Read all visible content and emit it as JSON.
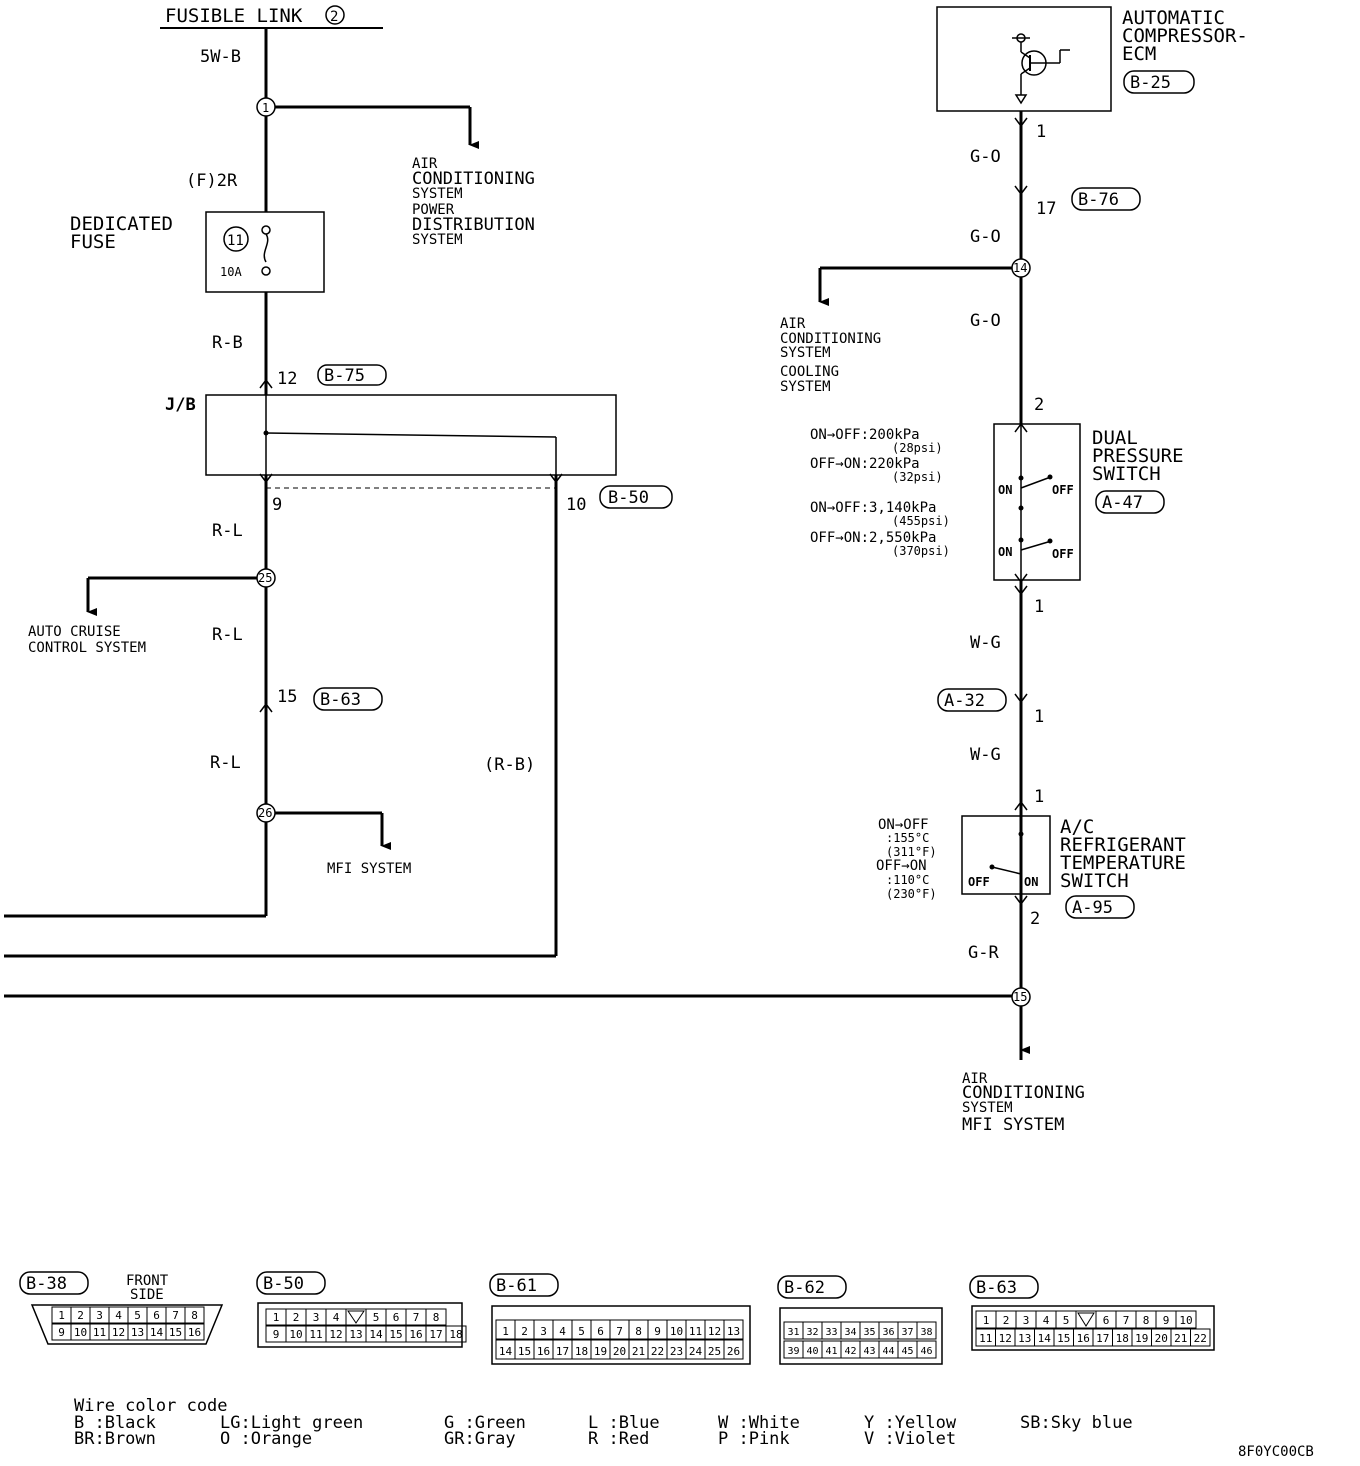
{
  "left": {
    "fusible_link": "FUSIBLE LINK",
    "fusible_link_num": "2",
    "w_5wb": "5W-B",
    "j1": "1",
    "ac_power": [
      "AIR",
      "CONDITIONING",
      "SYSTEM",
      "POWER",
      "DISTRIBUTION",
      "SYSTEM"
    ],
    "w_f2r": "(F)2R",
    "fuse_label": [
      "DEDICATED",
      "FUSE"
    ],
    "fuse_num": "11",
    "fuse_amp": "10A",
    "w_rb": "R-B",
    "pin12": "12",
    "b75": "B-75",
    "jb": "J/B",
    "pin9": "9",
    "pin10": "10",
    "b50": "B-50",
    "w_rl1": "R-L",
    "j25": "25",
    "cruise": [
      "AUTO CRUISE",
      "CONTROL SYSTEM"
    ],
    "w_rl2": "R-L",
    "pin15": "15",
    "b63": "B-63",
    "w_rl3": "R-L",
    "w_rb_paren": "(R-B)",
    "j26": "26",
    "mfi": "MFI SYSTEM"
  },
  "right": {
    "ecm": [
      "AUTOMATIC",
      "COMPRESSOR-",
      "ECM"
    ],
    "b25": "B-25",
    "pin1a": "1",
    "w_go1": "G-O",
    "pin17": "17",
    "b76": "B-76",
    "w_go2": "G-O",
    "j14": "14",
    "ac_cool": [
      "AIR",
      "CONDITIONING",
      "SYSTEM",
      "COOLING",
      "SYSTEM"
    ],
    "w_go3": "G-O",
    "pin2a": "2",
    "dps": [
      "DUAL",
      "PRESSURE",
      "SWITCH"
    ],
    "a47": "A-47",
    "ps_specs": [
      "ON→OFF:200kPa",
      "(28psi)",
      "OFF→ON:220kPa",
      "(32psi)",
      "ON→OFF:3,140kPa",
      "(455psi)",
      "OFF→ON:2,550kPa",
      "(370psi)"
    ],
    "on": "ON",
    "off": "OFF",
    "pin1b": "1",
    "w_wg1": "W-G",
    "a32": "A-32",
    "pin1c": "1",
    "w_wg2": "W-G",
    "pin1d": "1",
    "tsw": [
      "A/C",
      "REFRIGERANT",
      "TEMPERATURE",
      "SWITCH"
    ],
    "a95": "A-95",
    "t_specs": [
      "ON→OFF",
      ":155°C",
      "(311°F)",
      "OFF→ON",
      ":110°C",
      "(230°F)"
    ],
    "pin2b": "2",
    "w_gr": "G-R",
    "j15": "15",
    "ac_mfi": [
      "AIR",
      "CONDITIONING",
      "SYSTEM",
      "MFI SYSTEM"
    ]
  },
  "connectors": {
    "b38": "B-38",
    "front_side": [
      "FRONT",
      "SIDE"
    ],
    "b38_top": [
      "1",
      "2",
      "3",
      "4",
      "5",
      "6",
      "7",
      "8"
    ],
    "b38_bot": [
      "9",
      "10",
      "11",
      "12",
      "13",
      "14",
      "15",
      "16"
    ],
    "b50": "B-50",
    "b50_top": [
      "1",
      "2",
      "3",
      "4",
      "",
      "5",
      "6",
      "7",
      "8"
    ],
    "b50_bot": [
      "9",
      "10",
      "11",
      "12",
      "13",
      "14",
      "15",
      "16",
      "17",
      "18"
    ],
    "b61": "B-61",
    "b61_top": [
      "1",
      "2",
      "3",
      "4",
      "5",
      "6",
      "7",
      "8",
      "9",
      "10",
      "11",
      "12",
      "13"
    ],
    "b61_bot": [
      "14",
      "15",
      "16",
      "17",
      "18",
      "19",
      "20",
      "21",
      "22",
      "23",
      "24",
      "25",
      "26"
    ],
    "b62": "B-62",
    "b62_top": [
      "31",
      "32",
      "33",
      "34",
      "35",
      "36",
      "37",
      "38"
    ],
    "b62_bot": [
      "39",
      "40",
      "41",
      "42",
      "43",
      "44",
      "45",
      "46"
    ],
    "b63": "B-63",
    "b63_top": [
      "1",
      "2",
      "3",
      "4",
      "5",
      "",
      "6",
      "7",
      "8",
      "9",
      "10"
    ],
    "b63_bot": [
      "11",
      "12",
      "13",
      "14",
      "15",
      "16",
      "17",
      "18",
      "19",
      "20",
      "21",
      "22"
    ]
  },
  "legend": {
    "title": "Wire color code",
    "items": [
      [
        "B :Black",
        "BR:Brown"
      ],
      [
        "LG:Light green",
        "O :Orange"
      ],
      [
        "G :Green",
        "GR:Gray"
      ],
      [
        "L :Blue",
        "R :Red"
      ],
      [
        "W :White",
        "P :Pink"
      ],
      [
        "Y :Yellow",
        "V :Violet"
      ],
      [
        "SB:Sky blue"
      ]
    ]
  },
  "code": "8F0YC00CB"
}
